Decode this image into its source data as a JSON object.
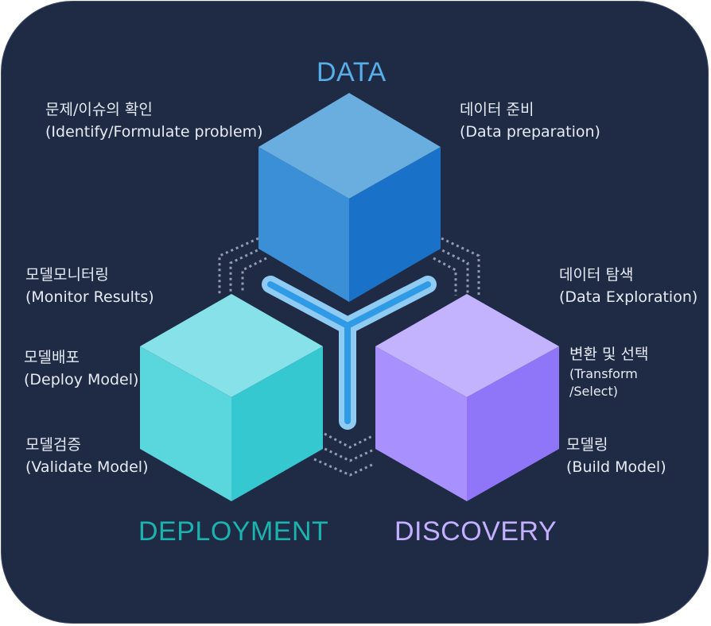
{
  "headings": {
    "data": "DATA",
    "deployment": "DEPLOYMENT",
    "discovery": "DISCOVERY"
  },
  "labels": {
    "identify": {
      "ko": "문제/이슈의 확인",
      "en": "(Identify/Formulate problem)"
    },
    "data_prep": {
      "ko": "데이터 준비",
      "en": "(Data preparation)"
    },
    "monitor": {
      "ko": "모델모니터링",
      "en": "(Monitor Results)"
    },
    "data_exploration": {
      "ko": "데이터 탐색",
      "en": "(Data Exploration)"
    },
    "deploy": {
      "ko": "모델배포",
      "en": "(Deploy Model)"
    },
    "transform": {
      "ko": "변환 및 선택",
      "en_line1": "(Transform",
      "en_line2": "/Select)"
    },
    "validate": {
      "ko": "모델검증",
      "en": "(Validate Model)"
    },
    "build": {
      "ko": "모델링",
      "en": "(Build Model)"
    }
  },
  "colors": {
    "background": "#1f2a44",
    "data_cube": "#2f86d6",
    "deployment_cube": "#44d2d8",
    "discovery_cube": "#a48cff",
    "data_heading": "#57aee8",
    "deployment_heading": "#1bb3ae",
    "discovery_heading": "#c3b1ff",
    "connector": "#8fcbf2"
  }
}
